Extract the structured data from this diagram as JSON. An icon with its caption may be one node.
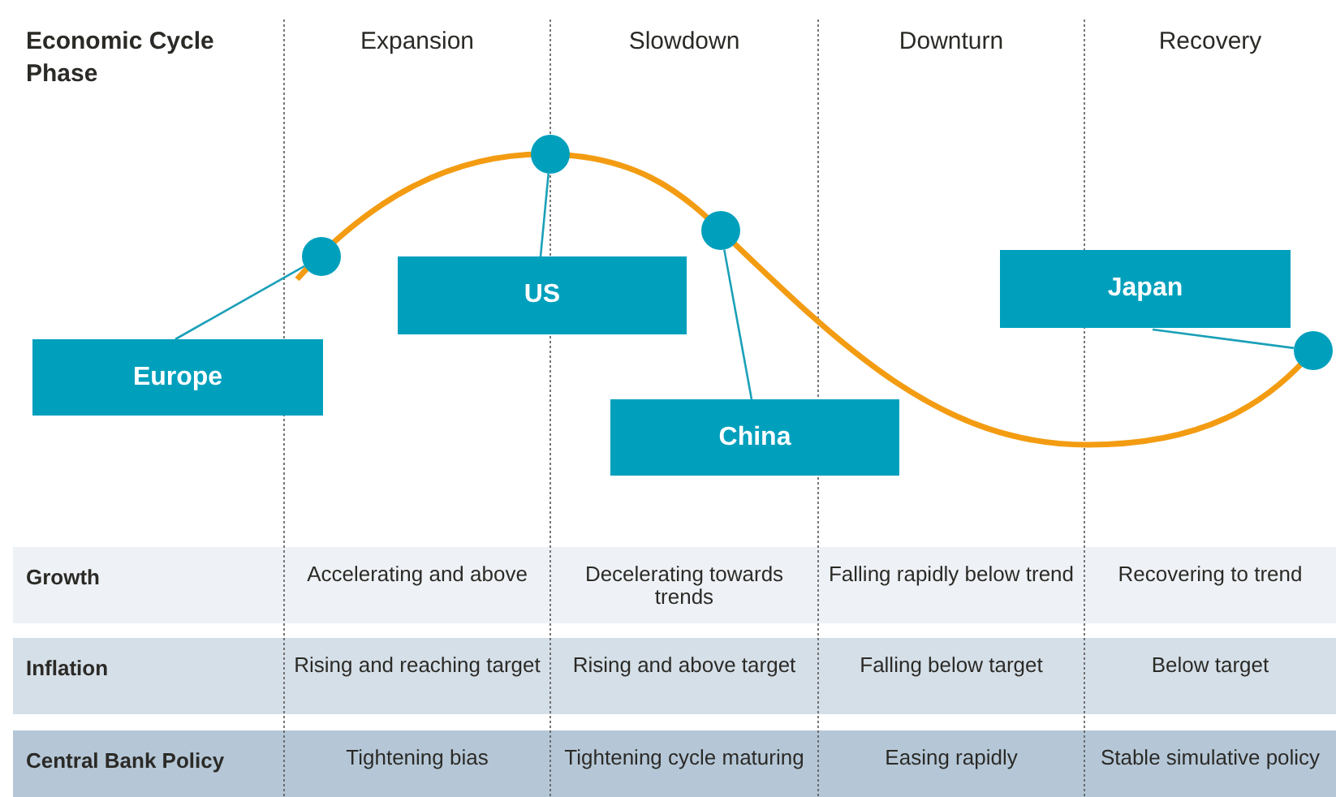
{
  "diagram": {
    "nodes": [
      {
        "text": [
          "Europe"
        ]
      },
      {
        "text": [
          "US"
        ]
      },
      {
        "text": [
          "China"
        ]
      },
      {
        "text": [
          "Japan"
        ]
      },
      {
        "text": [],
        "shape": "circle"
      },
      {
        "text": [],
        "shape": "circle"
      },
      {
        "text": [],
        "shape": "circle"
      },
      {
        "text": [],
        "shape": "circle"
      }
    ],
    "edges": [
      {
        "from": 0,
        "to": 4,
        "arrow": "none"
      },
      {
        "from": 1,
        "to": 5,
        "arrow": "none"
      },
      {
        "from": 2,
        "to": 6,
        "arrow": "none"
      },
      {
        "from": 3,
        "to": 7,
        "arrow": "none"
      }
    ],
    "labels": [
      "Economic Cycle Phase",
      "Expansion",
      "Slowdown",
      "Downturn",
      "Recovery",
      "Growth",
      "Accelerating and above",
      "Decelerating towards trends",
      "Falling rapidly below trend",
      "Recovering to trend",
      "Inflation",
      "Rising and reaching target",
      "Rising and above target",
      "Falling below target",
      "Below target",
      "Central Bank Policy",
      "Tightening bias",
      "Tightening cycle maturing",
      "Easing rapidly",
      "Stable simulative policy"
    ]
  }
}
